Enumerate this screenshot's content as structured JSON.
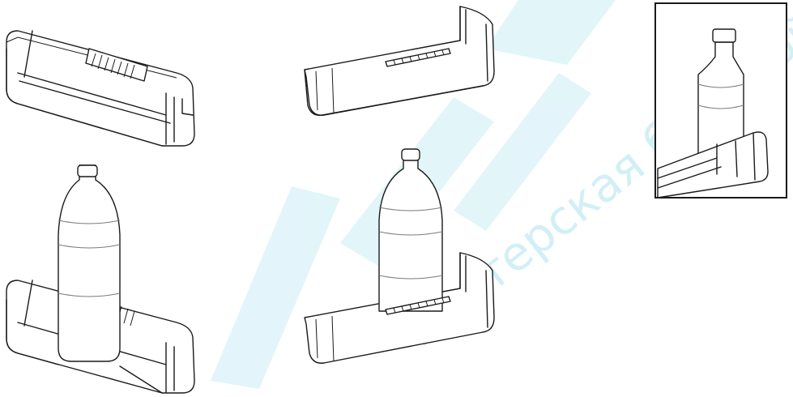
{
  "watermark": {
    "text": "мастерская бытовой техники",
    "color": "#7fd3e8"
  },
  "figures": [
    {
      "name": "door-bin-empty-front"
    },
    {
      "name": "door-bin-empty-rear"
    },
    {
      "name": "door-bin-with-bottle-front"
    },
    {
      "name": "door-bin-with-bottle-rear"
    },
    {
      "name": "inset-bottle-in-bin"
    }
  ]
}
